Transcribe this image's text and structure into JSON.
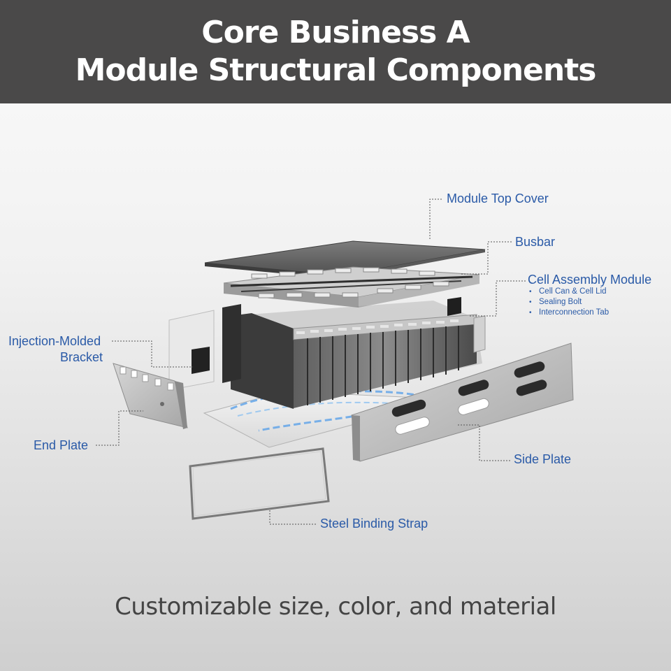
{
  "header": {
    "title_line1": "Core Business A",
    "title_line2": "Module Structural Components"
  },
  "labels": {
    "top_cover": "Module Top Cover",
    "busbar": "Busbar",
    "cell_assembly": "Cell Assembly Module",
    "cell_assembly_items": [
      "Cell Can & Cell Lid",
      "Sealing Bolt",
      "Interconnection Tab"
    ],
    "bracket_line1": "Injection-Molded",
    "bracket_line2": "Bracket",
    "end_plate": "End Plate",
    "side_plate": "Side Plate",
    "binding_strap": "Steel Binding Strap"
  },
  "footer": {
    "caption": "Customizable size, color, and material"
  },
  "colors": {
    "header_bg": "#4a4949",
    "label_blue": "#2a5aa7",
    "leader_line": "#555555",
    "cooling_blue": "#6aa8e8"
  }
}
